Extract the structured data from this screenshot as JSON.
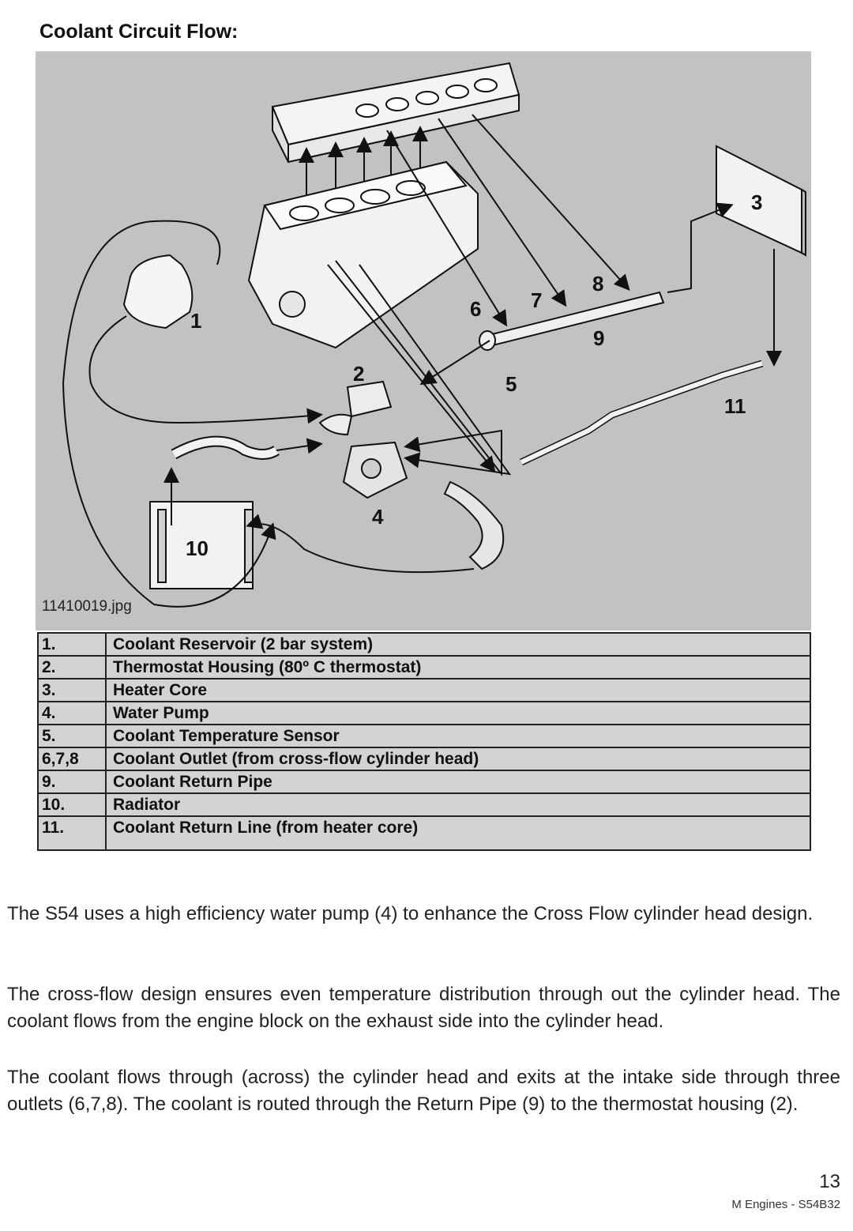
{
  "page": {
    "title": "Coolant Circuit Flow:",
    "page_number": "13",
    "footer": "M Engines - S54B32"
  },
  "figure": {
    "caption": "11410019.jpg",
    "callouts": [
      "1",
      "2",
      "3",
      "4",
      "5",
      "6",
      "7",
      "8",
      "9",
      "10",
      "11"
    ],
    "background_color": "#c2c2c2"
  },
  "legend": [
    {
      "num": "1.",
      "desc": "Coolant Reservoir (2 bar system)"
    },
    {
      "num": "2.",
      "desc": "Thermostat Housing (80º C thermostat)"
    },
    {
      "num": "3.",
      "desc": "Heater Core"
    },
    {
      "num": "4.",
      "desc": "Water Pump"
    },
    {
      "num": "5.",
      "desc": "Coolant Temperature Sensor"
    },
    {
      "num": "6,7,8",
      "desc": "Coolant Outlet (from cross-flow cylinder head)"
    },
    {
      "num": "9.",
      "desc": "Coolant Return Pipe"
    },
    {
      "num": "10.",
      "desc": "Radiator"
    },
    {
      "num": "11.",
      "desc": "Coolant Return Line (from heater core)"
    }
  ],
  "paragraphs": [
    "The S54 uses a high efficiency water pump (4) to enhance the Cross Flow cylinder head design.",
    "The cross-flow design ensures even temperature distribution through out the cylinder head. The coolant flows from the engine block on the exhaust side into the cylinder head.",
    "The coolant flows through (across) the cylinder head and exits at the intake side through three outlets (6,7,8). The coolant is routed through the Return Pipe (9) to the thermostat housing (2)."
  ]
}
